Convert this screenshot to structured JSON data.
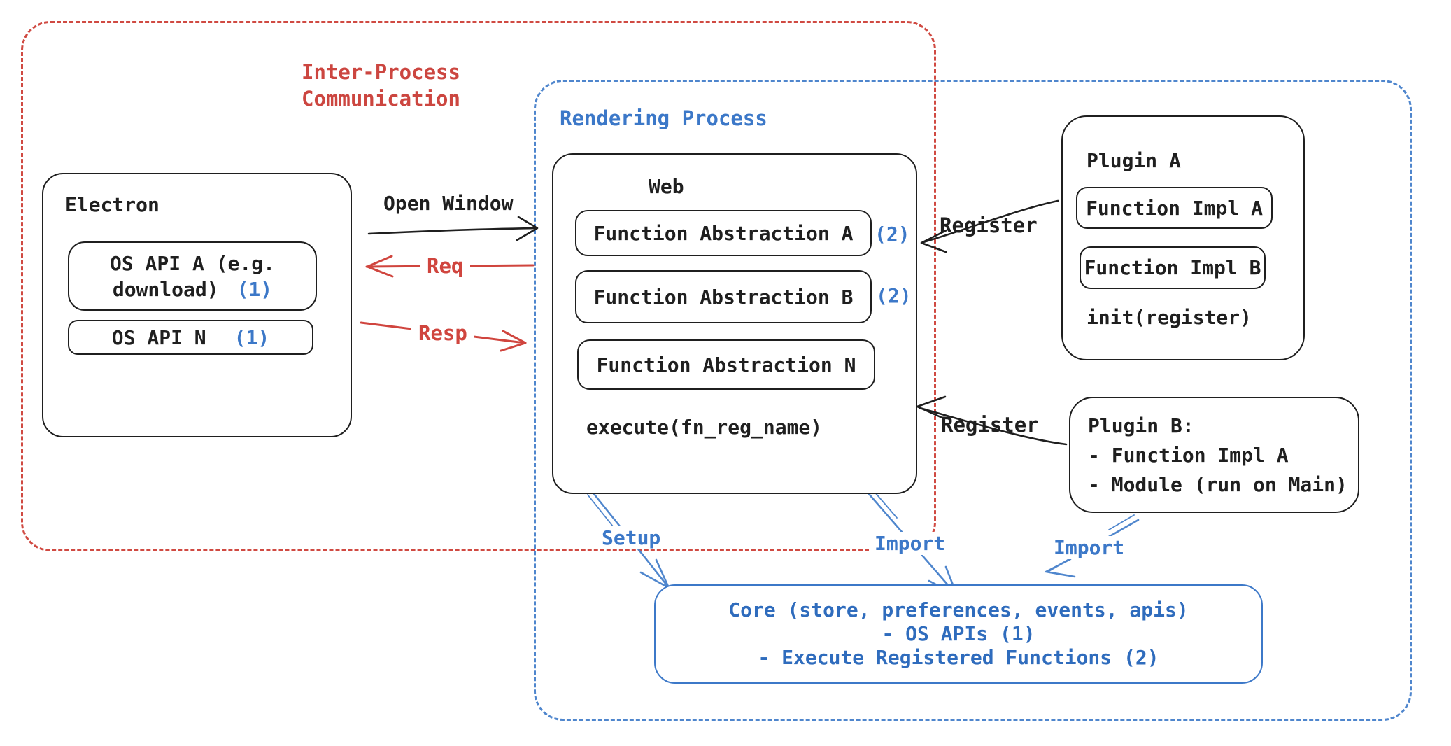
{
  "colors": {
    "red": "#cc4640",
    "blue": "#3c78c8",
    "ink": "#1f1f1f"
  },
  "groups": {
    "ipc": {
      "label_line1": "Inter-Process",
      "label_line2": "Communication"
    },
    "rendering": {
      "label": "Rendering Process"
    }
  },
  "electron": {
    "title": "Electron",
    "os_api_a": {
      "line1": "OS API A (e.g.",
      "line2": "download)",
      "ref": "(1)"
    },
    "os_api_n": {
      "label": "OS API N",
      "ref": "(1)"
    }
  },
  "web": {
    "title": "Web",
    "fn_abstraction_a": {
      "label": "Function Abstraction A",
      "ref": "(2)"
    },
    "fn_abstraction_b": {
      "label": "Function Abstraction B",
      "ref": "(2)"
    },
    "fn_abstraction_n": {
      "label": "Function Abstraction N"
    },
    "execute": "execute(fn_reg_name)"
  },
  "plugin_a": {
    "title": "Plugin A",
    "impl_a": "Function Impl A",
    "impl_b": "Function Impl B",
    "init": "init(register)"
  },
  "plugin_b": {
    "line1": "Plugin B:",
    "line2": "- Function Impl A",
    "line3": "- Module (run on Main)"
  },
  "core": {
    "line1": "Core (store, preferences, events, apis)",
    "line2": "- OS APIs (1)",
    "line3": "- Execute Registered Functions (2)"
  },
  "arrows": {
    "open_window": "Open Window",
    "req": "Req",
    "resp": "Resp",
    "register_a": "Register",
    "register_b": "Register",
    "setup": "Setup",
    "import_web": "Import",
    "import_plugin_b": "Import"
  }
}
